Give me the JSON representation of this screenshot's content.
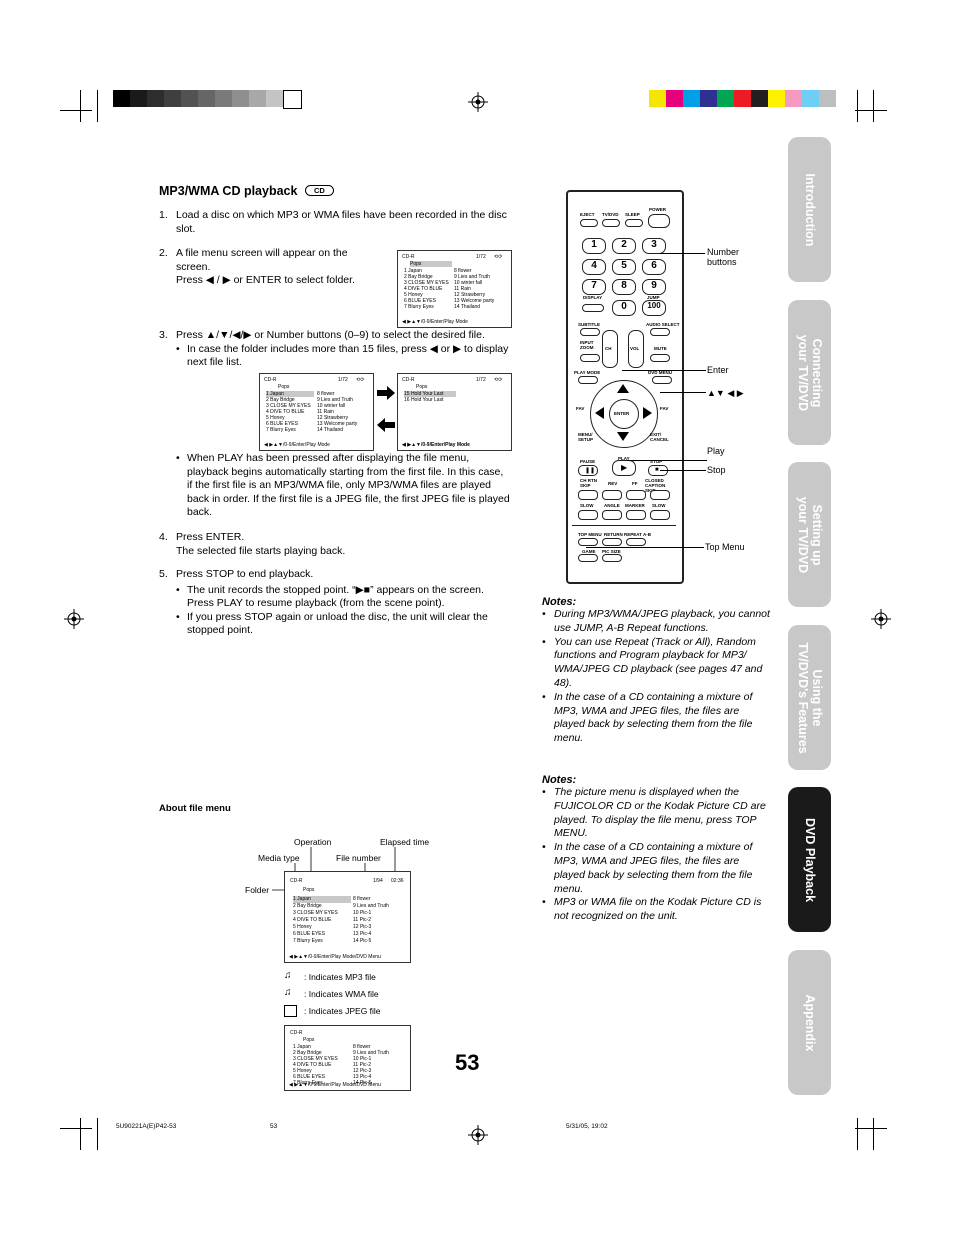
{
  "tabs": [
    {
      "label": "Introduction",
      "active": false
    },
    {
      "label": "Connecting\nyour TV/DVD",
      "active": false
    },
    {
      "label": "Setting up\nyour TV/DVD",
      "active": false
    },
    {
      "label": "Using the\nTV/DVD's Features",
      "active": false
    },
    {
      "label": "DVD Playback",
      "active": true
    },
    {
      "label": "Appendix",
      "active": false
    }
  ],
  "colors": {
    "gray_bar": [
      "#000000",
      "#1a1a1a",
      "#2d2d2d",
      "#3f3f3f",
      "#525252",
      "#666666",
      "#7a7a7a",
      "#8f8f8f",
      "#a8a8a8",
      "#c4c4c4",
      "#ffffff"
    ],
    "color_bar": [
      "#f5e600",
      "#e6007e",
      "#00a0e9",
      "#2e3192",
      "#00a651",
      "#ed1c24",
      "#231f20",
      "#fff200",
      "#f49ac1",
      "#6dcff6",
      "#bcbec0"
    ],
    "tab_inactive": "#c8c8c8",
    "tab_active": "#1a1a1a"
  },
  "heading": {
    "title": "MP3/WMA CD playback",
    "badge": "CD"
  },
  "steps": {
    "s1": {
      "num": "1.",
      "text": "Load a disc on which MP3 or WMA files have been recorded in the disc slot."
    },
    "s2": {
      "num": "2.",
      "text": "A file menu screen will appear on the screen.",
      "text2": "Press ◀ / ▶ or ENTER to select folder."
    },
    "s3": {
      "num": "3.",
      "text": "Press ▲/▼/◀/▶ or Number buttons (0–9) to select the desired file.",
      "bullet": "In case the folder includes more than 15 files, press ◀ or ▶ to display next file list."
    },
    "play_bullet": "When PLAY has been pressed after displaying the file menu, playback begins automatically starting from the first file. In this case, if the first file is an MP3/WMA file, only MP3/WMA files are played back in order. If the first file is a JPEG file, the first JPEG file is played back.",
    "s4": {
      "num": "4.",
      "text": "Press ENTER.",
      "text2": "The selected file starts playing back."
    },
    "s5": {
      "num": "5.",
      "text": "Press STOP to end playback.",
      "bullet1": "The unit records the stopped point. “▶■” appears on the screen. Press PLAY to resume playback (from the scene point).",
      "bullet2": "If you press STOP again or unload the disc, the unit will clear the stopped point."
    }
  },
  "screen_small": {
    "media": "CD-R",
    "counter": "1/72",
    "mode": "⟲⟳",
    "folder": "Pops",
    "left": [
      "1 Japan",
      "2 Bay Bridge",
      "3 CLOSE MY EYES",
      "4 DIVE TO BLUE",
      "5 Honey",
      "6 BLUE EYES",
      "7 Blurry Eyes"
    ],
    "right": [
      "8 flower",
      "9 Lies and Truth",
      "10 winter fall",
      "11 Rain",
      "12 Strawberry",
      "13 Welcome party",
      "14 Thailand"
    ],
    "footer": "◀ ▶▲▼/0-9/Enter/Play Mode"
  },
  "screen_next": {
    "media": "CD-R",
    "counter": "1/72",
    "mode": "⟲⟳",
    "folder": "Pops",
    "rows": [
      "15 Hold Your Last",
      "16 Hold Your Last"
    ],
    "footer": "◀ ▶▲▼/0-9/Enter/Play Mode"
  },
  "notes1": {
    "title": "Notes:",
    "items": [
      "During MP3/WMA/JPEG playback, you cannot use JUMP, A-B Repeat functions.",
      "You can use Repeat (Track or All), Random functions and Program playback for MP3/ WMA/JPEG CD playback (see pages 47 and 48).",
      "In the case of a CD containing a mixture of MP3, WMA and JPEG files, the files are played back by selecting them from the file menu."
    ]
  },
  "notes2": {
    "title": "Notes:",
    "items": [
      "The picture menu is displayed when the FUJICOLOR CD or the Kodak Picture CD are played. To display the file menu, press TOP MENU.",
      "In the case of a CD containing a mixture of MP3, WMA and JPEG files, the files are played back by selecting them from the file menu.",
      "MP3 or WMA file on the Kodak Picture CD is not recognized on the unit."
    ]
  },
  "about": {
    "title": "About file menu",
    "callouts": {
      "operation": "Operation",
      "elapsed": "Elapsed time",
      "media_type": "Media type",
      "file_number": "File number",
      "folder": "Folder"
    },
    "screen": {
      "media": "CD-R",
      "counter": "1/94",
      "time": "02:36",
      "folder": "Pops",
      "left": [
        "1 Japan",
        "2 Bay Bridge",
        "3 CLOSE MY EYES",
        "4 DIVE TO BLUE",
        "5 Honey",
        "6 BLUE EYES",
        "7 Blurry Eyes"
      ],
      "right": [
        "8 flower",
        "9 Lies and Truth",
        "10 Pic-1",
        "11 Pic-2",
        "12 Pic-3",
        "13 Pic-4",
        "14 Pic-5"
      ],
      "footer": "◀ ▶▲▼/0-9/Enter/Play Mode/DVD Menu"
    },
    "legend": [
      {
        "icon": "mp3-icon",
        "text": ": Indicates MP3 file"
      },
      {
        "icon": "wma-icon",
        "text": ": Indicates WMA file"
      },
      {
        "icon": "jpeg-icon",
        "text": ": Indicates JPEG file"
      }
    ],
    "screen_bottom": {
      "media": "CD-R",
      "folder": "Pops",
      "left": [
        "1 Japan",
        "2 Bay Bridge",
        "3 CLOSE MY EYES",
        "4 DIVE TO BLUE",
        "5 Honey",
        "6 BLUE EYES",
        "7 Blurry Eyes"
      ],
      "right": [
        "8 flower",
        "9 Lies and Truth",
        "10 Pic-1",
        "11 Pic-2",
        "12 Pic-3",
        "13 Pic-4",
        "14 Pic-5"
      ],
      "footer": "◀ ▶▲▼/0-9/Enter/Play Mode/DVD Menu"
    }
  },
  "remote": {
    "labels": {
      "number": "Number buttons",
      "enter": "Enter",
      "arrows": "▲▼ ◀ ▶",
      "play": "Play",
      "stop": "Stop",
      "top_menu": "Top Menu"
    },
    "keys": {
      "eject": "EJECT",
      "tvdvd": "TV/DVD",
      "sleep": "SLEEP",
      "power": "POWER",
      "n1": "1",
      "n2": "2",
      "n3": "3",
      "n4": "4",
      "n5": "5",
      "n6": "6",
      "n7": "7",
      "n8": "8",
      "n9": "9",
      "n0": "0",
      "n100": "100",
      "display": "DISPLAY",
      "jump": "JUMP",
      "subtitle": "SUBTITLE",
      "audio": "AUDIO SELECT",
      "input": "INPUT ZOOM",
      "ch": "CH",
      "vol": "VOL",
      "mute": "MUTE",
      "playmode": "PLAY MODE",
      "dvdmenu": "DVD MENU",
      "enter": "ENTER",
      "fav": "FAV",
      "setup": "MENU/ SETUP",
      "exit": "EXIT/ CANCEL",
      "pause": "PAUSE",
      "play": "PLAY",
      "stop": "STOP",
      "cmskip": "CH RTN SKIP",
      "rev": "REV",
      "ff": "FF",
      "ccskip": "CLOSED CAPTION SKIP",
      "slow": "SLOW",
      "angle": "ANGLE",
      "marker": "MARKER",
      "slow2": "SLOW",
      "topmenu": "TOP MENU",
      "return": "RETURN",
      "repeat": "REPEAT A-B",
      "game": "GAME",
      "pipsize": "PIC SIZE"
    }
  },
  "page_number": "53",
  "footer": {
    "code": "5U90221A(E)P42-53",
    "page": "53",
    "date": "5/31/05, 19:02"
  }
}
